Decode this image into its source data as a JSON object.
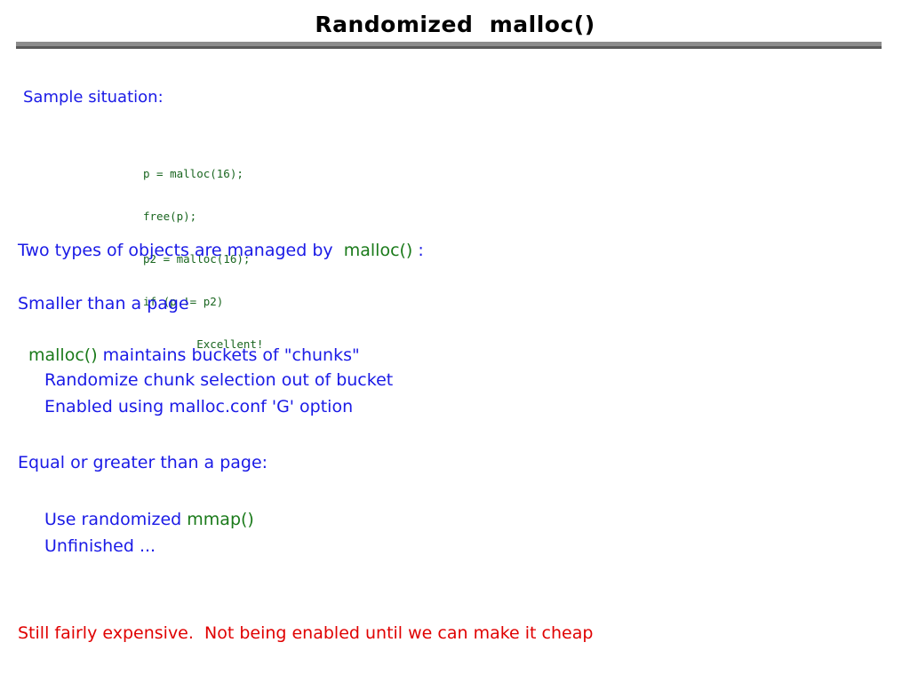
{
  "slide": {
    "title": "Randomized  malloc()",
    "sample_label": "Sample situation:",
    "code": {
      "lines": [
        "p = malloc(16);",
        "free(p);",
        "p2 = malloc(16);",
        "if (p != p2)",
        "        Excellent!"
      ]
    },
    "two_types": {
      "prefix": "Two types of objects are managed by  ",
      "code_token": "malloc()",
      "suffix": " :"
    },
    "smaller_heading": "Smaller than a page",
    "maintains": {
      "code_token": "malloc()",
      "suffix": " maintains buckets of \"chunks\""
    },
    "randomize": "Randomize chunk selection out of bucket",
    "enabled": "Enabled using malloc.conf 'G' option",
    "equal_heading": "Equal or greater than a page:",
    "use_mmap": {
      "prefix": "Use randomized ",
      "code_token": "mmap()"
    },
    "unfinished": "Unfinished ...",
    "closing": "Still fairly expensive.  Not being enabled until we can make it cheap"
  },
  "colors": {
    "text_blue": "#1a1ae6",
    "code_green": "#1a7a1a",
    "code_block_green": "#1a6620",
    "closing_red": "#e00000",
    "title_black": "#000000",
    "rule_gray": "#8c8c8c",
    "rule_shadow": "#595959",
    "background": "#ffffff"
  }
}
